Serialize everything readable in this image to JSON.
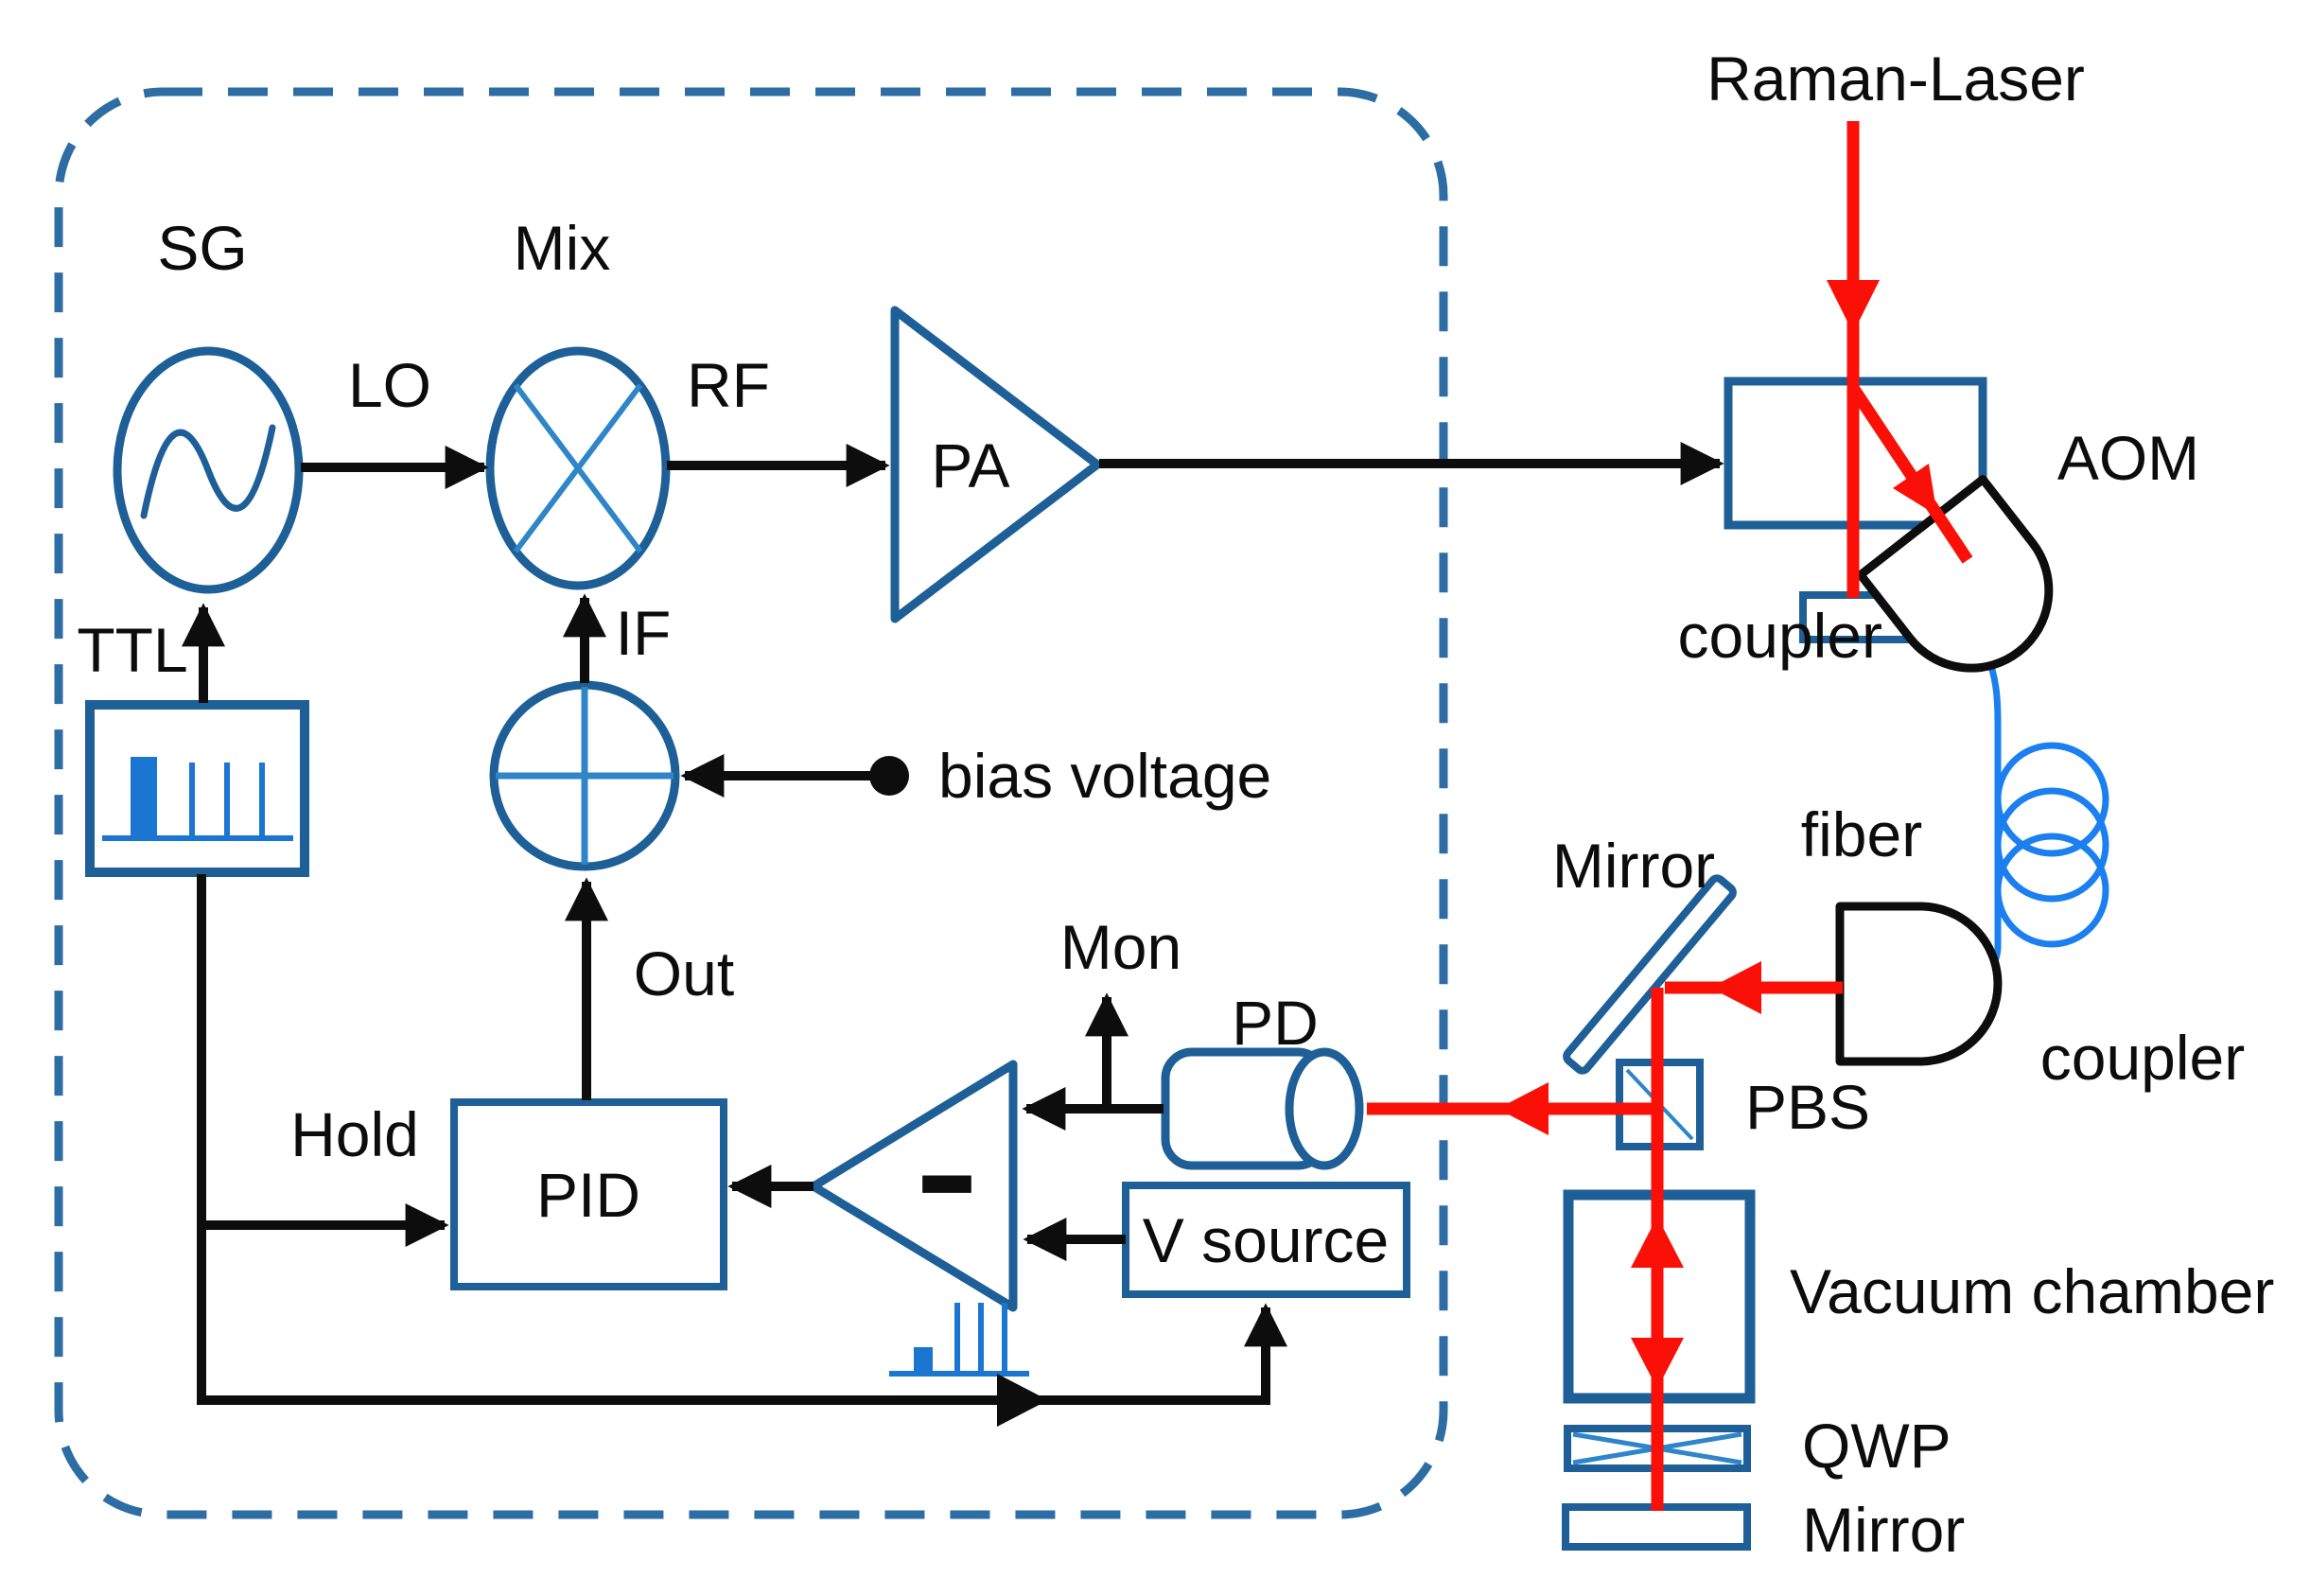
{
  "diagram": {
    "title": "Raman laser intensity stabilization setup",
    "labels": {
      "sg": "SG",
      "mix": "Mix",
      "lo": "LO",
      "rf": "RF",
      "if": "IF",
      "pa": "PA",
      "ttl": "TTL",
      "bias_voltage": "bias voltage",
      "out": "Out",
      "hold": "Hold",
      "pid": "PID",
      "mon": "Mon",
      "pd": "PD",
      "minus": "−",
      "v_source": "V source",
      "raman_laser": "Raman-Laser",
      "aom": "AOM",
      "coupler_top": "coupler",
      "fiber": "fiber",
      "coupler_bottom": "coupler",
      "mirror_top": "Mirror",
      "pbs": "PBS",
      "vacuum_chamber": "Vacuum chamber",
      "qwp": "QWP",
      "mirror_bottom": "Mirror"
    }
  },
  "colors": {
    "shape_blue": "#1e5f98",
    "light_blue": "#2e86c8",
    "pulse_blue": "#1b76d2",
    "fiber_blue": "#1b7ff0",
    "beam_red": "#fb1007",
    "wire_black": "#0d0d0d",
    "border_dash": "#2d6da4",
    "text_black": "#0c0c0c"
  }
}
